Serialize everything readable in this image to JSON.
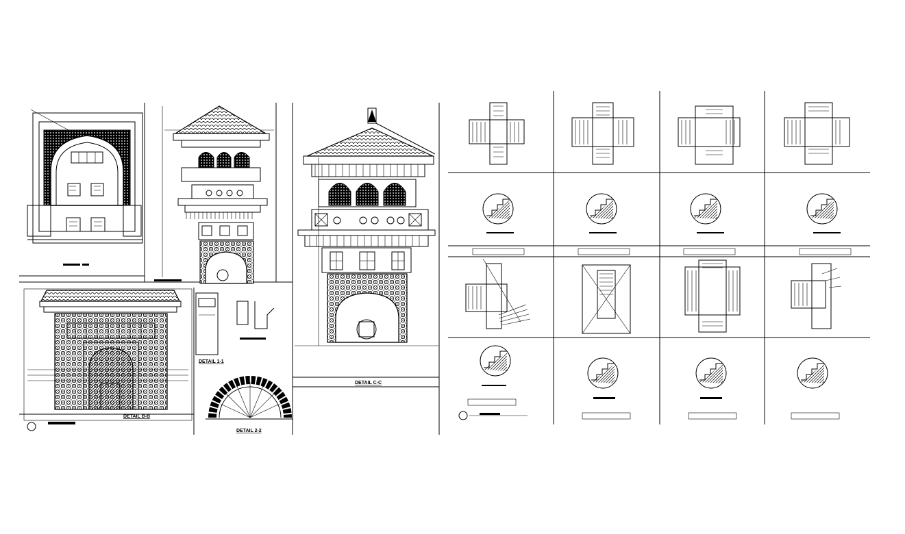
{
  "drawing": {
    "labels": {
      "detail_b": "DETAIL B-B",
      "detail_1": "DETAIL 1-1",
      "detail_2": "DETAIL 2-2",
      "detail_c": "DETAIL C-C"
    }
  }
}
